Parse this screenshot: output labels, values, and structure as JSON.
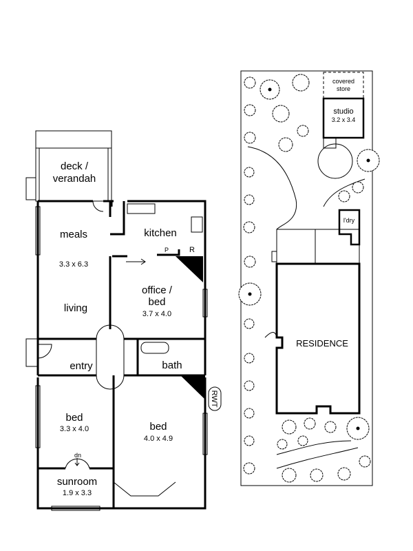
{
  "floor_plan": {
    "rooms": {
      "deck": {
        "line1": "deck /",
        "line2": "verandah"
      },
      "meals": {
        "label": "meals",
        "size": "3.3 x 6.3"
      },
      "living": {
        "label": "living"
      },
      "kitchen": {
        "label": "kitchen",
        "pantry": "P",
        "fridge": "R"
      },
      "office": {
        "line1": "office /",
        "line2": "bed",
        "size": "3.7 x 4.0"
      },
      "entry": {
        "label": "entry"
      },
      "bath": {
        "label": "bath"
      },
      "bed1": {
        "label": "bed",
        "size": "3.3 x 4.0"
      },
      "bed2": {
        "label": "bed",
        "size": "4.0 x 4.9"
      },
      "sunroom": {
        "label": "sunroom",
        "size": "1.9 x 3.3",
        "stair": "dn"
      }
    },
    "rwt": "RWT"
  },
  "site_plan": {
    "covered_store": {
      "line1": "covered",
      "line2": "store"
    },
    "studio": {
      "label": "studio",
      "size": "3.2 x 3.4"
    },
    "laundry": "l'dry",
    "residence": "RESIDENCE"
  }
}
